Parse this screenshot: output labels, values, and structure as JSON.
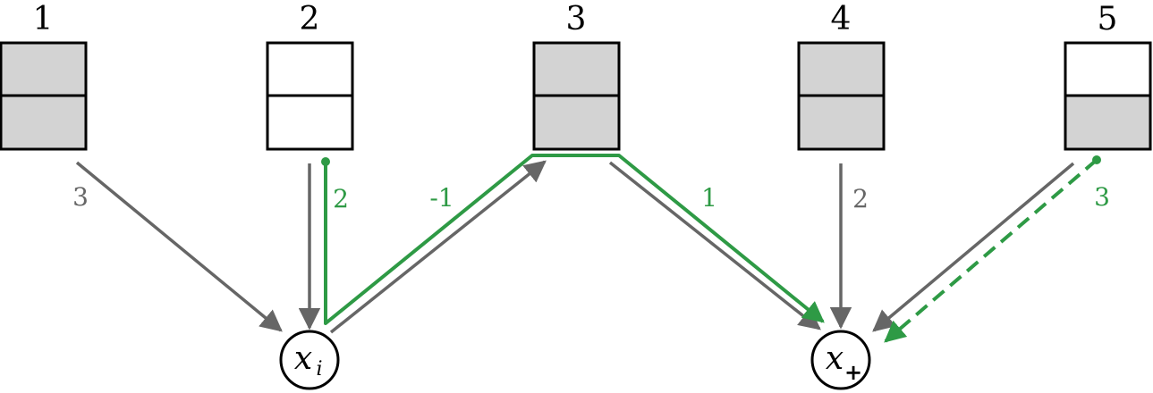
{
  "colors": {
    "gray_fill": "#d3d3d3",
    "arrow_gray": "#666666",
    "path_green": "#2e9a45",
    "outline": "#000000"
  },
  "boxes": [
    {
      "label": "1",
      "top_filled": true,
      "bottom_filled": true
    },
    {
      "label": "2",
      "top_filled": false,
      "bottom_filled": false
    },
    {
      "label": "3",
      "top_filled": true,
      "bottom_filled": true
    },
    {
      "label": "4",
      "top_filled": true,
      "bottom_filled": true
    },
    {
      "label": "5",
      "top_filled": false,
      "bottom_filled": true
    }
  ],
  "nodes": {
    "xi": {
      "base": "x",
      "sub": "i"
    },
    "xplus": {
      "base": "x",
      "sub": "+"
    }
  },
  "edge_weights": {
    "box1_to_xi": "3",
    "box2_to_xi": "2",
    "xi_to_box3": "-1",
    "box3_to_xplus": "1",
    "box4_to_xplus": "2",
    "box5_to_xplus": "3"
  }
}
